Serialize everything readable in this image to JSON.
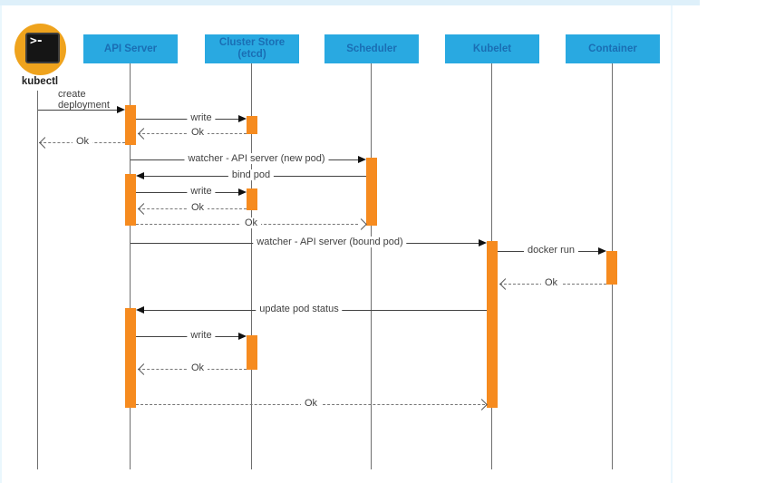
{
  "colors": {
    "header_bg": "#29a9e1",
    "header_text": "#1a6eb4",
    "activation_bar": "#f68b1f",
    "kubectl_circle": "#efa31d",
    "terminal_bg": "#151515",
    "solid_line": "#424242",
    "dashed_line": "#767676",
    "top_strip": "#def0fa"
  },
  "kubectl": {
    "label": "kubectl",
    "prompt_glyph": ">-"
  },
  "actors": [
    {
      "label": "API Server"
    },
    {
      "label": "Cluster Store\n(etcd)"
    },
    {
      "label": "Scheduler"
    },
    {
      "label": "Kubelet"
    },
    {
      "label": "Container"
    }
  ],
  "messages": [
    {
      "label": "create\ndeployment",
      "type": "solid",
      "from": "kubectl",
      "to": "API Server"
    },
    {
      "label": "write",
      "type": "solid",
      "from": "API Server",
      "to": "Cluster Store (etcd)"
    },
    {
      "label": "Ok",
      "type": "dashed",
      "from": "Cluster Store (etcd)",
      "to": "API Server"
    },
    {
      "label": "Ok",
      "type": "dashed",
      "from": "API Server",
      "to": "kubectl"
    },
    {
      "label": "watcher - API server (new pod)",
      "type": "solid",
      "from": "API Server",
      "to": "Scheduler"
    },
    {
      "label": "bind pod",
      "type": "solid",
      "from": "Scheduler",
      "to": "API Server"
    },
    {
      "label": "write",
      "type": "solid",
      "from": "API Server",
      "to": "Cluster Store (etcd)"
    },
    {
      "label": "Ok",
      "type": "dashed",
      "from": "Cluster Store (etcd)",
      "to": "API Server"
    },
    {
      "label": "Ok",
      "type": "dashed",
      "from": "API Server",
      "to": "Scheduler"
    },
    {
      "label": "watcher - API server (bound pod)",
      "type": "solid",
      "from": "API Server",
      "to": "Kubelet"
    },
    {
      "label": "docker run",
      "type": "solid",
      "from": "Kubelet",
      "to": "Container"
    },
    {
      "label": "Ok",
      "type": "dashed",
      "from": "Container",
      "to": "Kubelet"
    },
    {
      "label": "update pod status",
      "type": "solid",
      "from": "Kubelet",
      "to": "API Server"
    },
    {
      "label": "write",
      "type": "solid",
      "from": "API Server",
      "to": "Cluster Store (etcd)"
    },
    {
      "label": "Ok",
      "type": "dashed",
      "from": "Cluster Store (etcd)",
      "to": "API Server"
    },
    {
      "label": "Ok",
      "type": "dashed",
      "from": "API Server",
      "to": "Kubelet"
    }
  ]
}
